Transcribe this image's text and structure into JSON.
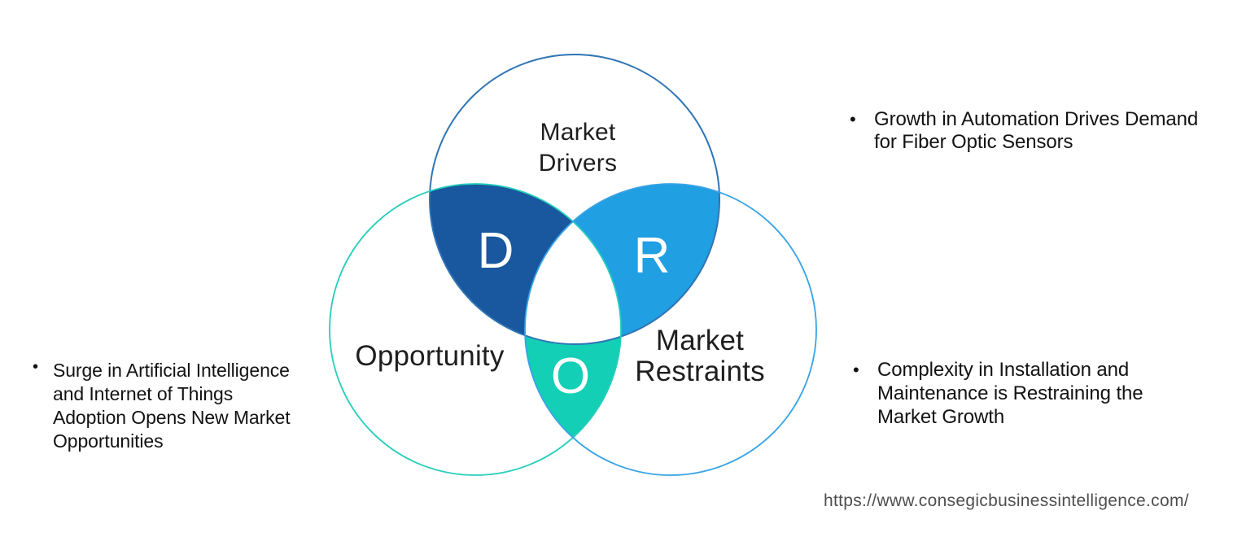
{
  "venn": {
    "drivers": {
      "label": "Market\nDrivers",
      "letter": "D"
    },
    "opportunity": {
      "label": "Opportunity",
      "letter": "O"
    },
    "restraints": {
      "label": "Market\nRestraints",
      "letter": "R"
    }
  },
  "bullets": {
    "left": {
      "marker": "•",
      "text": "Surge in Artificial Intelligence\nand Internet of Things\nAdoption Opens New Market\nOpportunities"
    },
    "right_top": {
      "marker": "•",
      "text": "Growth in Automation Drives Demand\nfor Fiber Optic Sensors"
    },
    "right_bottom": {
      "marker": "•",
      "text": "Complexity in Installation and\nMaintenance is Restraining the\nMarket Growth"
    }
  },
  "footer": {
    "url": "https://www.consegicbusinessintelligence.com/"
  },
  "colors": {
    "drivers_outline": "#2E74B5",
    "opportunity_outline": "#26CEBB",
    "restraints_outline": "#38A3E5",
    "drivers_lens": "#19579E",
    "restraints_lens": "#209FE2",
    "opportunity_lens": "#13CFB6",
    "triple_center": "#FFFFFF",
    "lens_letter_color": "#FFFFFF",
    "label_text": "#1E1E1E",
    "bullet_text": "#121212",
    "url_text": "#4E4E4E"
  }
}
